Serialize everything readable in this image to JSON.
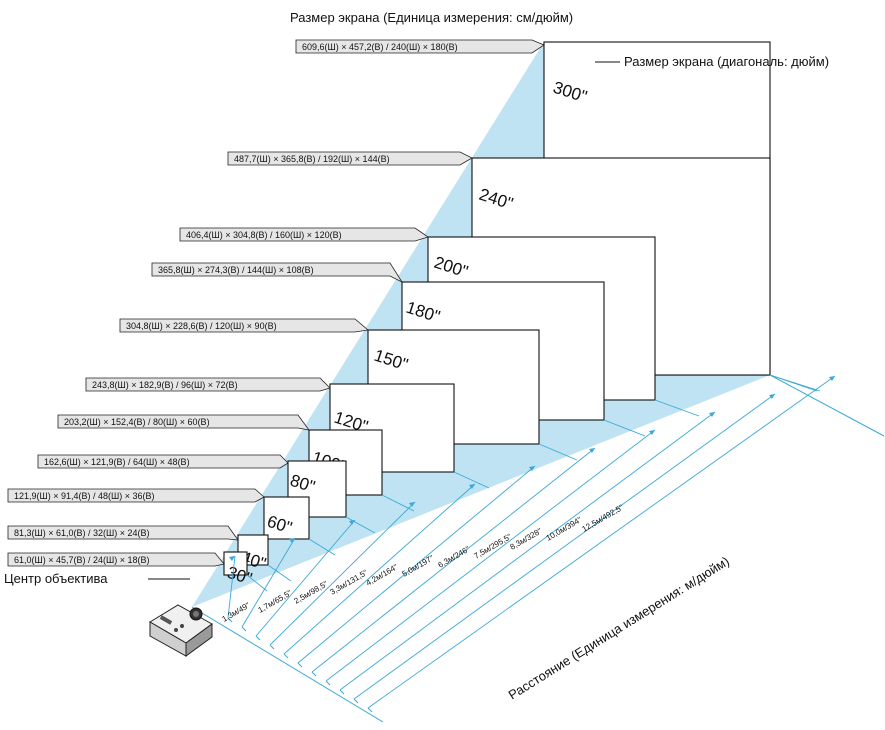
{
  "header": {
    "screen_size_title": "Размер экрана (Единица измерения: см/дюйм)",
    "diagonal_title": "Размер экрана (диагональ: дюйм)",
    "lens_center": "Центр объектива",
    "distance_title": "Расстояние (Единица измерения: м/дюйм)"
  },
  "screens": [
    {
      "diagonal": "30\"",
      "size": "61,0(Ш) × 45,7(В) / 24(Ш) × 18(В)"
    },
    {
      "diagonal": "40\"",
      "size": "81,3(Ш) × 61,0(В) / 32(Ш) × 24(В)"
    },
    {
      "diagonal": "60\"",
      "size": "121,9(Ш) × 91,4(В) / 48(Ш) × 36(В)"
    },
    {
      "diagonal": "80\"",
      "size": "162,6(Ш) × 121,9(В) / 64(Ш) × 48(В)"
    },
    {
      "diagonal": "100\"",
      "size": "203,2(Ш) × 152,4(В) / 80(Ш) × 60(В)"
    },
    {
      "diagonal": "120\"",
      "size": "243,8(Ш) × 182,9(В) / 96(Ш) × 72(В)"
    },
    {
      "diagonal": "150\"",
      "size": "304,8(Ш) × 228,6(В) / 120(Ш) × 90(В)"
    },
    {
      "diagonal": "180\"",
      "size": "365,8(Ш) × 274,3(В) / 144(Ш) × 108(В)"
    },
    {
      "diagonal": "200\"",
      "size": "406,4(Ш) × 304,8(В) / 160(Ш) × 120(В)"
    },
    {
      "diagonal": "240\"",
      "size": "487,7(Ш) × 365,8(В) / 192(Ш) × 144(В)"
    },
    {
      "diagonal": "300\"",
      "size": "609,6(Ш) × 457,2(В) / 240(Ш) × 180(В)"
    }
  ],
  "distances": [
    "1,3м/49\"",
    "1,7м/65,5\"",
    "2,5м/98,5\"",
    "3,3м/131,5\"",
    "4,2м/164\"",
    "5,0м/197\"",
    "6,3м/246\"",
    "7,5м/295,5\"",
    "8,3м/328\"",
    "10,0м/394\"",
    "12,5м/492,5\""
  ],
  "colors": {
    "beam": "#bfe3f2",
    "screen_border": "#111111",
    "tag_fill": "#e6e6e6"
  }
}
